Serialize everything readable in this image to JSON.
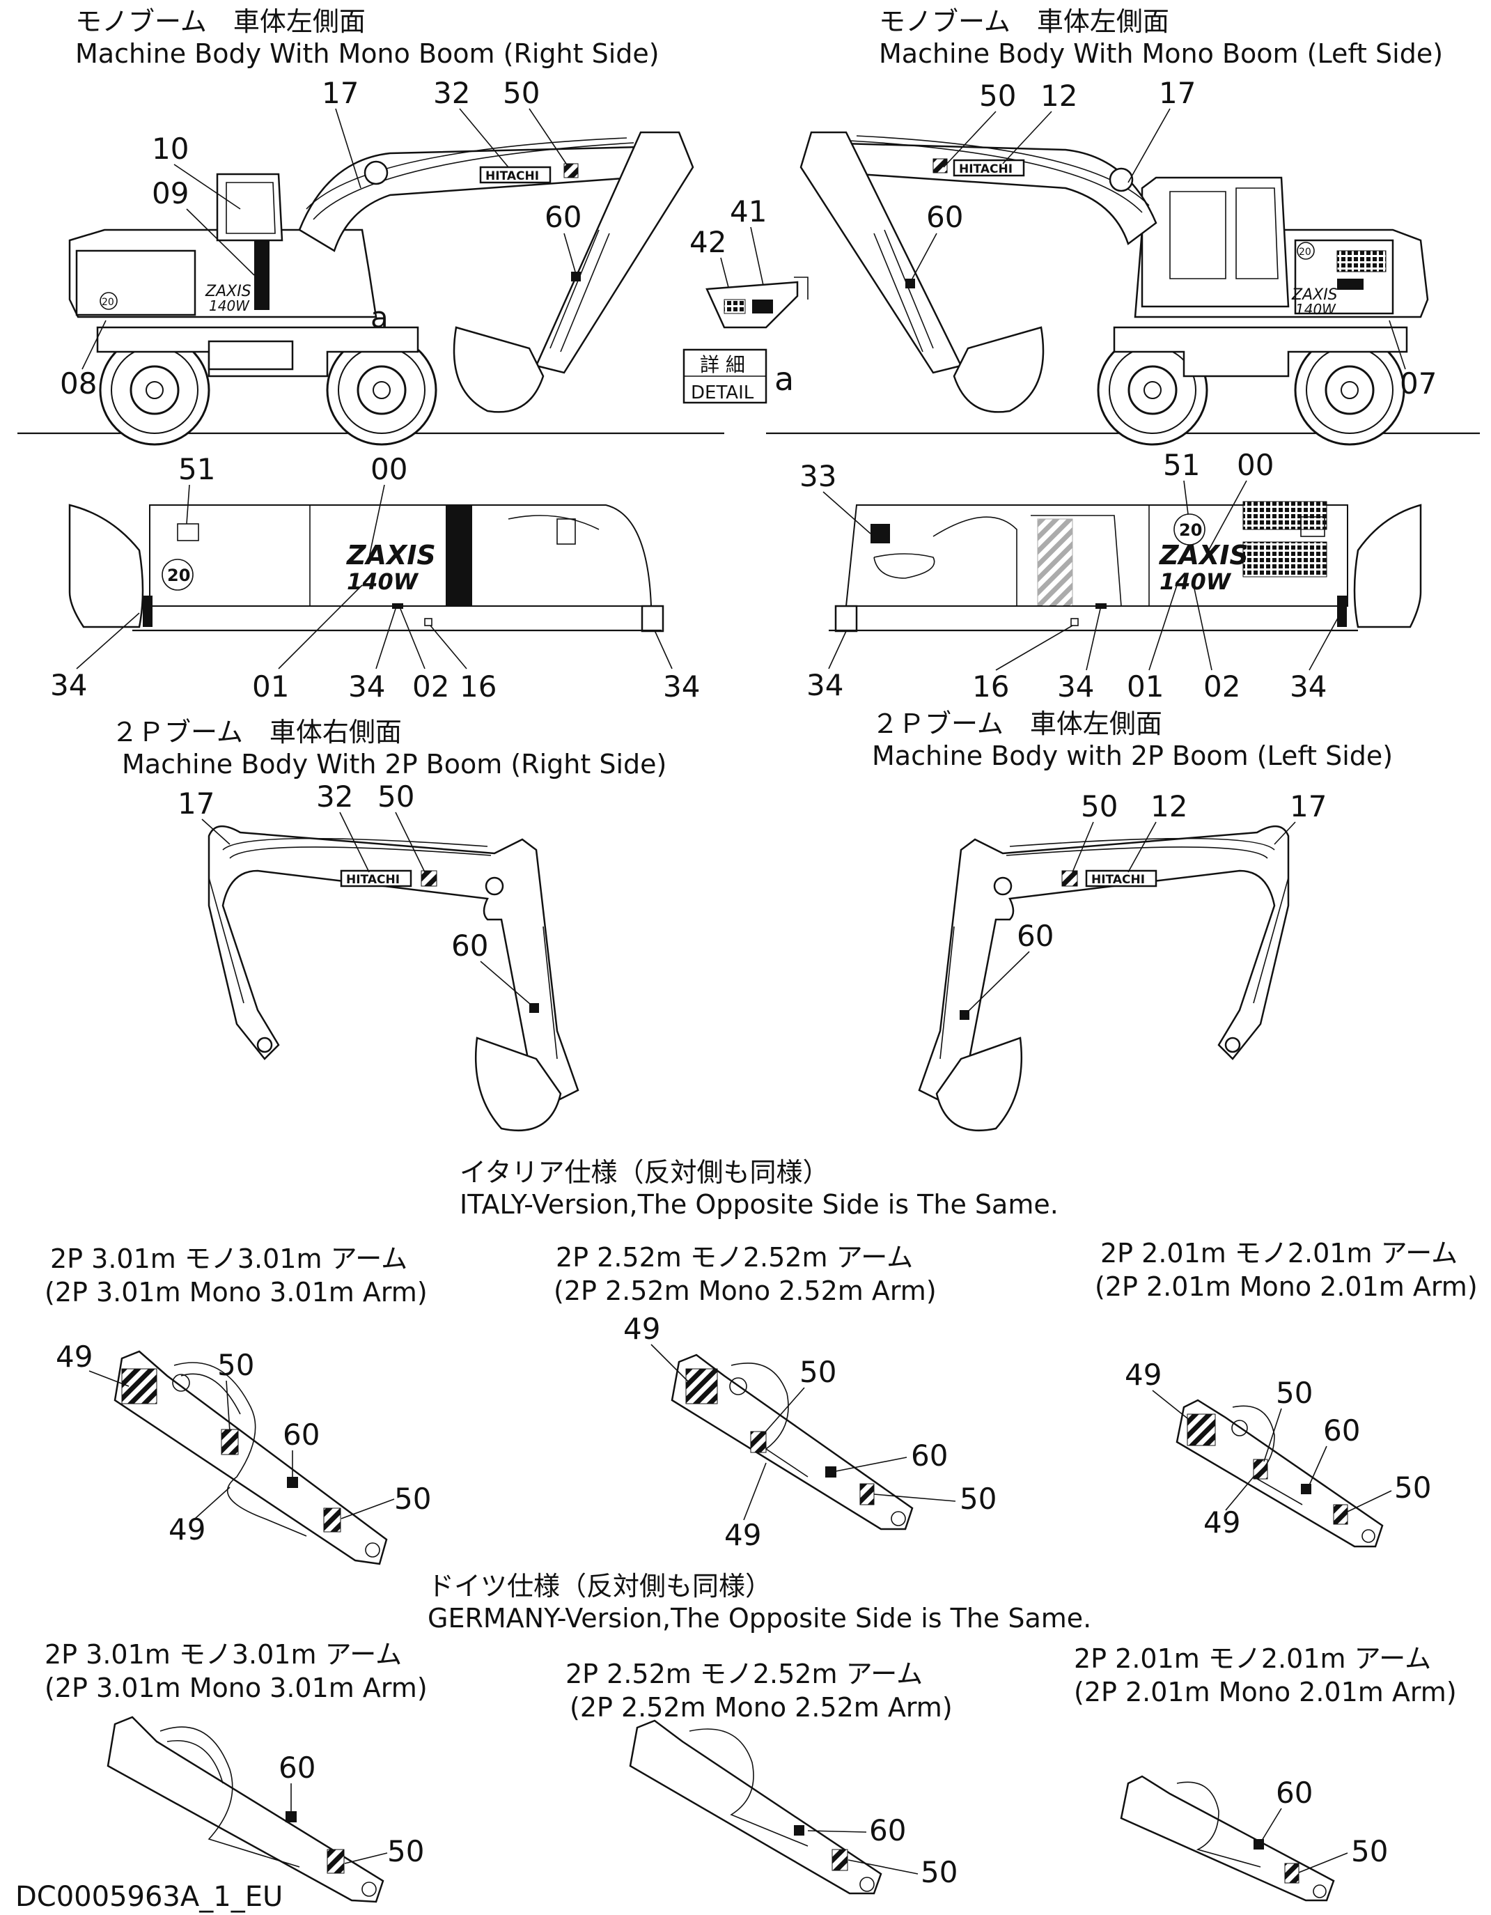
{
  "views": {
    "mono_right": {
      "title_jp": "モノブーム　車体左側面",
      "title_en": "Machine Body With Mono Boom (Right Side)"
    },
    "mono_left": {
      "title_jp": "モノブーム　車体左側面",
      "title_en": "Machine Body With Mono Boom (Left Side)"
    },
    "twop_right": {
      "title_jp": "２Ｐブーム　車体右側面",
      "title_en": "Machine Body With 2P Boom (Right Side)"
    },
    "twop_left": {
      "title_jp": "２Ｐブーム　車体左側面",
      "title_en": "Machine Body with 2P Boom (Left Side)"
    }
  },
  "detail": {
    "label_jp": "詳 細",
    "label_en": "DETAIL",
    "letter": "a"
  },
  "brand": {
    "hitachi": "HITACHI",
    "model_a": "ZAXIS",
    "model_b": "140W",
    "speed": "20"
  },
  "italy": {
    "title_jp": "イタリア仕様（反対側も同様）",
    "title_en": "ITALY-Version,The Opposite Side is The Same."
  },
  "germany": {
    "title_jp": "ドイツ仕様（反対側も同様）",
    "title_en": "GERMANY-Version,The Opposite Side is The Same."
  },
  "arms": {
    "a301_jp": "2P 3.01m モノ3.01m アーム",
    "a301_en": "(2P 3.01m Mono 3.01m Arm)",
    "a252_jp": "2P 2.52m モノ2.52m アーム",
    "a252_en": "(2P 2.52m Mono 2.52m Arm)",
    "a201_jp": "2P 2.01m モノ2.01m アーム",
    "a201_en": "(2P 2.01m Mono 2.01m Arm)"
  },
  "callouts": {
    "c00": "00",
    "c01": "01",
    "c02": "02",
    "c07": "07",
    "c08": "08",
    "c09": "09",
    "c10": "10",
    "c12": "12",
    "c16": "16",
    "c17": "17",
    "c32": "32",
    "c33": "33",
    "c34": "34",
    "c41": "41",
    "c42": "42",
    "c49": "49",
    "c50": "50",
    "c51": "51",
    "c60": "60",
    "ca": "a"
  },
  "footer": {
    "drawing_id": "DC0005963A_1_EU"
  }
}
